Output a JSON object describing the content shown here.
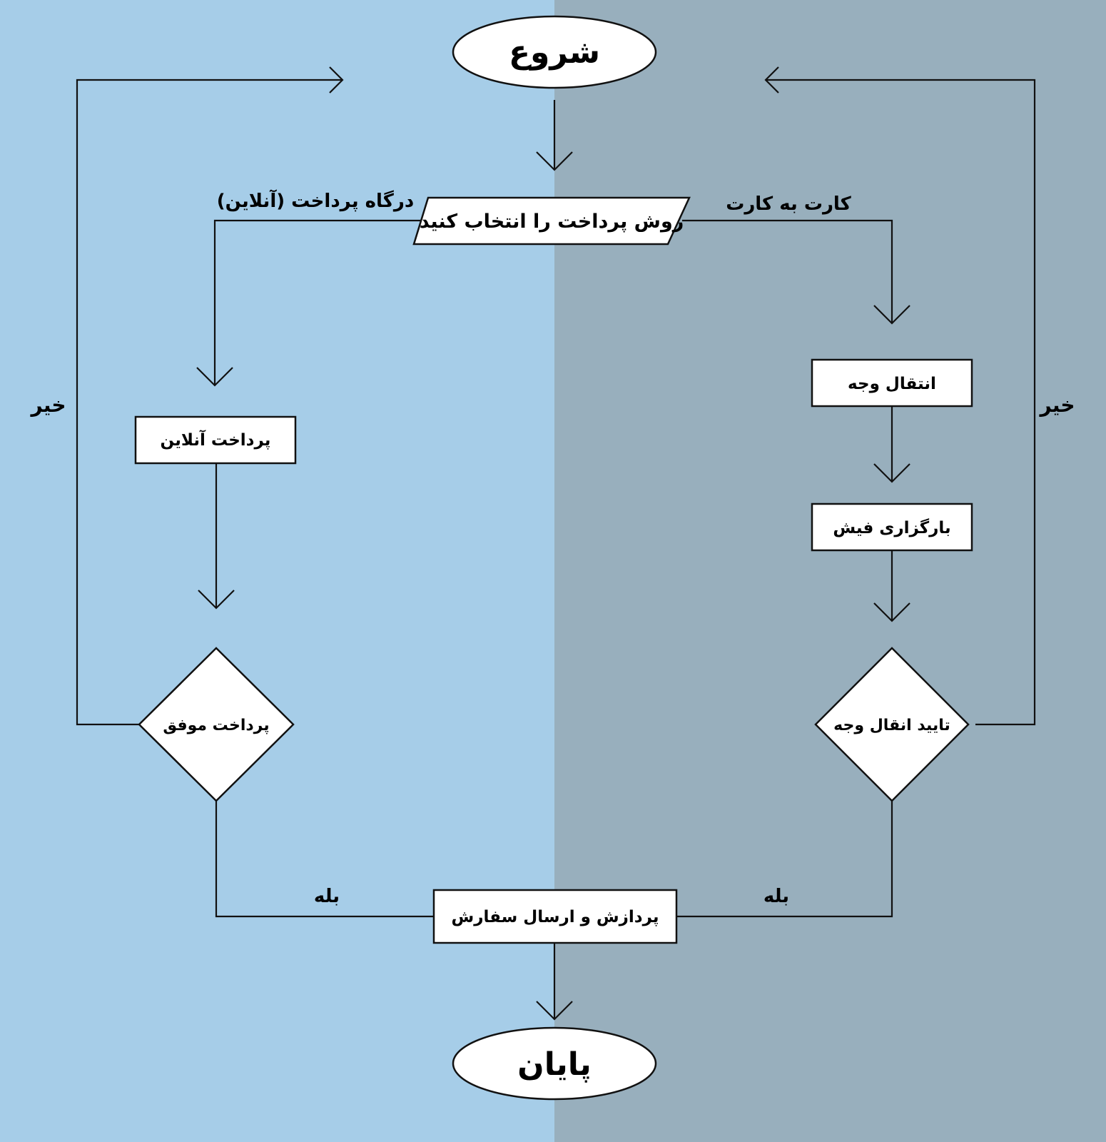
{
  "colors": {
    "left_panel": "#a6cde8",
    "right_panel": "#98afbd",
    "node_fill": "#ffffff",
    "stroke": "#111111"
  },
  "nodes": {
    "start": "شروع",
    "choose_method": "روش پرداخت را انتخاب کنید",
    "online_payment": "پرداخت آنلاین",
    "payment_success": "پرداخت موفق",
    "transfer": "انتقال وجه",
    "upload_receipt": "بارگزاری فیش",
    "confirm_transfer": "تایید انقال وجه",
    "process_ship": "پردازش و ارسال سفارش",
    "end": "پایان"
  },
  "edge_labels": {
    "online_gateway": "درگاه پرداخت (آنلاین)",
    "card_to_card": "کارت به کارت",
    "no_left": "خیر",
    "no_right": "خیر",
    "yes_left": "بله",
    "yes_right": "بله"
  }
}
